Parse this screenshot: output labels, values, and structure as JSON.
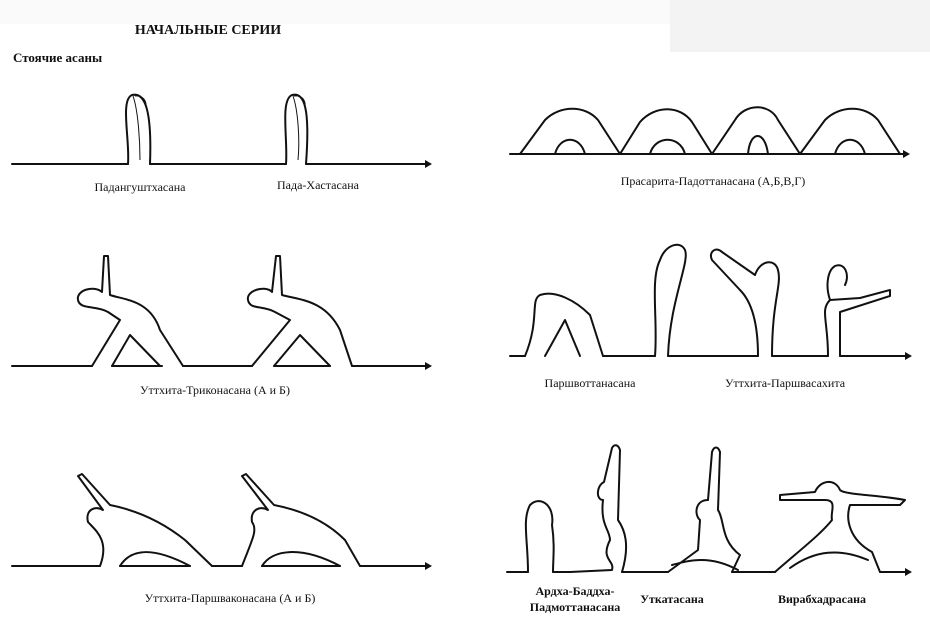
{
  "header": {
    "title": "НАЧАЛЬНЫЕ СЕРИИ",
    "section": "Стоячие асаны"
  },
  "poses": [
    {
      "label": "Падангуштхасана"
    },
    {
      "label": "Пада-Хастасана"
    },
    {
      "label": "Прасарита-Падоттанасана (А,Б,В,Г)"
    },
    {
      "label": "Уттхита-Триконасана (А и Б)"
    },
    {
      "label": "Паршвоттанасана"
    },
    {
      "label": "Уттхита-Паршвасахита"
    },
    {
      "label": "Уттхита-Паршваконасана (А и Б)"
    },
    {
      "label": "Ардха-Баддха-",
      "label2": "Падмоттанасана"
    },
    {
      "label": "Уткатасана"
    },
    {
      "label": "Вирабхадрасана"
    }
  ]
}
